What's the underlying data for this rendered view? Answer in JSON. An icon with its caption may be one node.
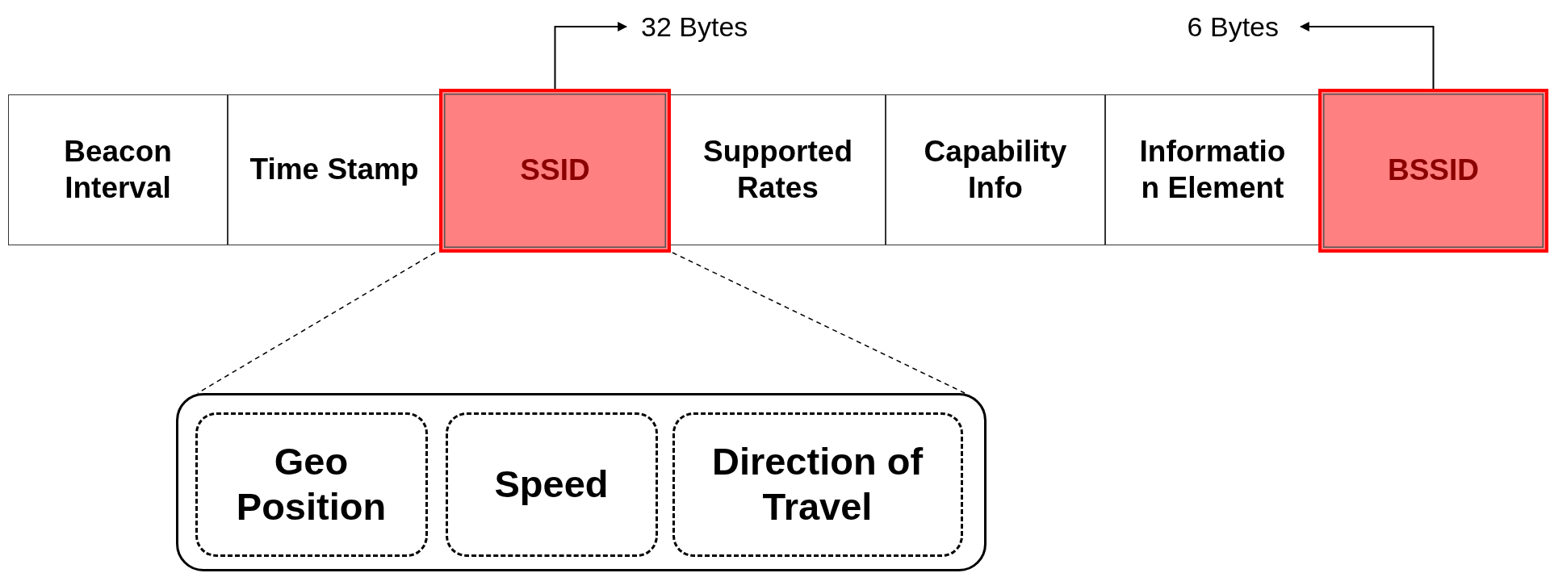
{
  "diagram": {
    "nodes": [
      {
        "text": [
          "Beacon Interval"
        ]
      },
      {
        "text": [
          "Time Stamp"
        ]
      },
      {
        "text": [
          "SSID"
        ]
      },
      {
        "text": [
          "Supported Rates"
        ]
      },
      {
        "text": [
          "Capability Info"
        ]
      },
      {
        "text": [
          "Informatio n Element"
        ]
      },
      {
        "text": [
          "BSSID"
        ]
      },
      {
        "text": [
          "32 Bytes"
        ]
      },
      {
        "text": [
          "6 Bytes"
        ]
      },
      {
        "text": [],
        "shape": "box"
      },
      {
        "text": [
          "Geo Position"
        ],
        "in": 9
      },
      {
        "text": [
          "Speed"
        ],
        "in": 9
      },
      {
        "text": [
          "Direction of Travel"
        ],
        "in": 9
      }
    ],
    "edges": [
      {
        "from": 2,
        "to": 7,
        "arrow": "to"
      },
      {
        "from": 6,
        "to": 8,
        "arrow": "to"
      },
      {
        "from": 2,
        "to": 9,
        "arrow": "none",
        "style": "dashed"
      },
      {
        "from": 2,
        "to": 9,
        "arrow": "none",
        "style": "dashed"
      }
    ]
  }
}
